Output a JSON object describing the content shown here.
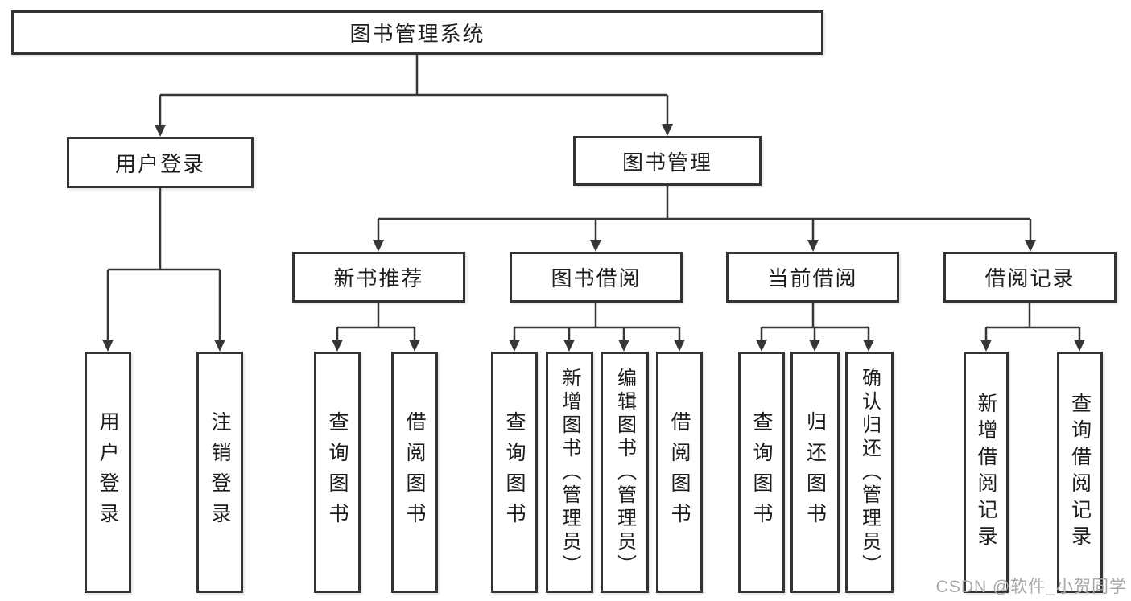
{
  "watermark": "CSDN @软件_小贺同学",
  "tree": {
    "root": "图书管理系统",
    "login": {
      "label": "用户登录",
      "children": [
        "用户登录",
        "注销登录"
      ]
    },
    "management": {
      "label": "图书管理",
      "sections": [
        {
          "label": "新书推荐",
          "children": [
            "查询图书",
            "借阅图书"
          ]
        },
        {
          "label": "图书借阅",
          "children": [
            "查询图书",
            "新增图书（管理员）",
            "编辑图书（管理员）",
            "借阅图书"
          ]
        },
        {
          "label": "当前借阅",
          "children": [
            "查询图书",
            "归还图书",
            "确认归还（管理员）"
          ]
        },
        {
          "label": "借阅记录",
          "children": [
            "新增借阅记录",
            "查询借阅记录"
          ]
        }
      ]
    }
  },
  "colors": {
    "line": "#363636",
    "box_border": "#333333",
    "text": "#1d1d1d",
    "watermark": "#a8a8a8",
    "background": "#ffffff"
  }
}
